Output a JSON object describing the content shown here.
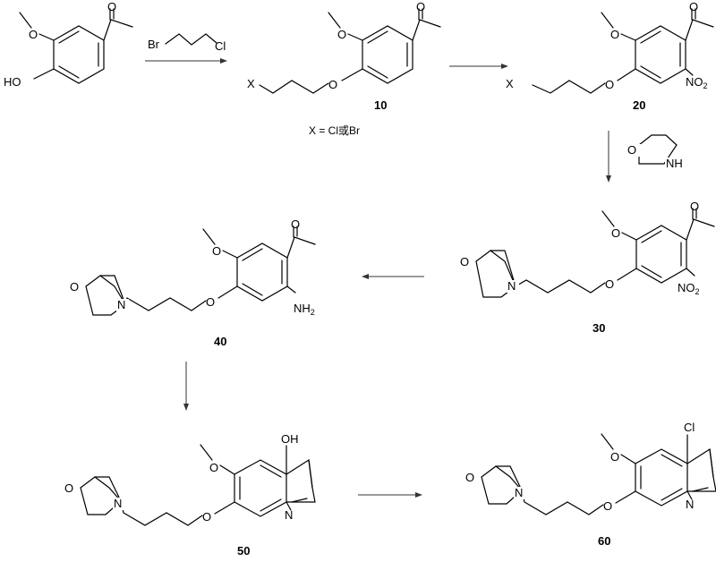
{
  "atoms": {
    "O": "O",
    "N": "N",
    "NH": "NH",
    "HO": "HO",
    "OH": "OH",
    "Cl": "Cl",
    "Br": "Br",
    "X": "X",
    "NO2": "NO",
    "NH2": "NH",
    "sub2": "2"
  },
  "reagents": {
    "step1": "1-bromo-3-chloropropane",
    "step3": "morpholine"
  },
  "labels": {
    "c10": "10",
    "c20": "20",
    "c30": "30",
    "c40": "40",
    "c50": "50",
    "c60": "60"
  },
  "note": "X = Cl或Br"
}
